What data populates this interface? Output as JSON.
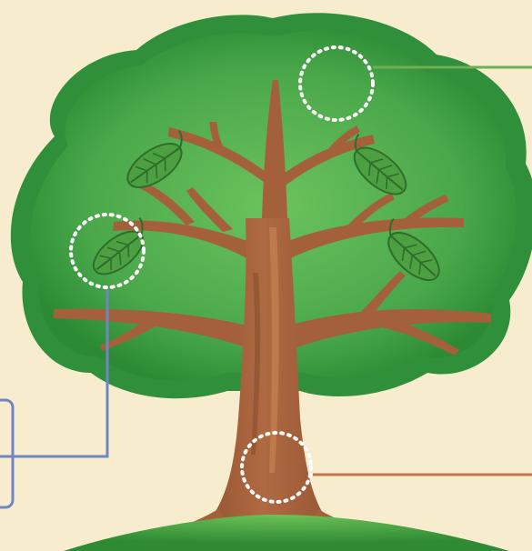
{
  "colors": {
    "background": "#f7eccd",
    "canopy_outer": "#2f8f3a",
    "canopy_inner": "#4aa84a",
    "canopy_light": "#66be5a",
    "trunk": "#a4603b",
    "trunk_shade": "#8a4c2d",
    "trunk_light": "#c07a50",
    "leaf": "#4da042",
    "leaf_dark": "#2f6e2a",
    "ground": "#3b9a3a",
    "callout_green": "#6fae54",
    "callout_blue": "#6f86c2",
    "callout_brown": "#c0764a",
    "marker": "#ffffff"
  },
  "diagram": {
    "callouts": [
      {
        "id": "canopy",
        "target": "canopy-area",
        "color_key": "callout_green"
      },
      {
        "id": "leaf",
        "target": "leaf",
        "color_key": "callout_blue"
      },
      {
        "id": "trunk",
        "target": "trunk",
        "color_key": "callout_brown"
      }
    ]
  }
}
